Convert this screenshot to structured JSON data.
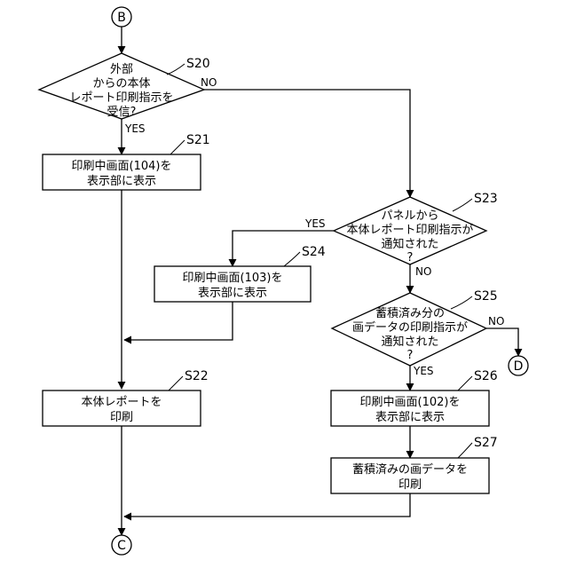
{
  "connectors": {
    "start": "B",
    "end_c": "C",
    "end_d": "D"
  },
  "steps": {
    "s20": {
      "id": "S20",
      "lines": [
        "外部",
        "からの本体",
        "レポート印刷指示を",
        "受信?"
      ],
      "no": "NO",
      "yes": "YES"
    },
    "s21": {
      "id": "S21",
      "lines": [
        "印刷中画面(104)を",
        "表示部に表示"
      ]
    },
    "s22": {
      "id": "S22",
      "lines": [
        "本体レポートを",
        "印刷"
      ]
    },
    "s23": {
      "id": "S23",
      "lines": [
        "パネルから",
        "本体レポート印刷指示が",
        "通知された",
        "?"
      ],
      "yes": "YES",
      "no": "NO"
    },
    "s24": {
      "id": "S24",
      "lines": [
        "印刷中画面(103)を",
        "表示部に表示"
      ]
    },
    "s25": {
      "id": "S25",
      "lines": [
        "蓄積済み分の",
        "画データの印刷指示が",
        "通知された",
        "?"
      ],
      "no": "NO",
      "yes": "YES"
    },
    "s26": {
      "id": "S26",
      "lines": [
        "印刷中画面(102)を",
        "表示部に表示"
      ]
    },
    "s27": {
      "id": "S27",
      "lines": [
        "蓄積済みの画データを",
        "印刷"
      ]
    }
  }
}
